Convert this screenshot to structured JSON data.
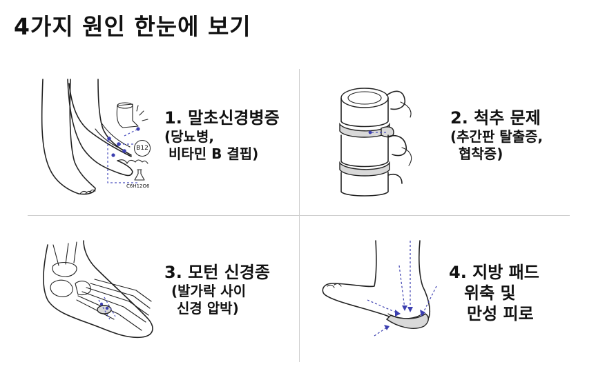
{
  "page": {
    "title": "4가지 원인 한눈에 보기"
  },
  "causes": [
    {
      "heading": "1. 말초신경병증",
      "sub_lines": [
        "(당뇨병,",
        "비타민 B 결핍)"
      ],
      "icons": [
        "foot-icon",
        "nerve-dots-icon",
        "b12-badge-icon",
        "glucose-flask-icon"
      ],
      "annotations": [
        "B12",
        "C6H12O6"
      ]
    },
    {
      "heading": "2. 척추 문제",
      "sub_lines": [
        "(추간판 탈출증,",
        "협착증)"
      ],
      "icons": [
        "spine-vertebra-icon"
      ]
    },
    {
      "heading": "3. 모턴 신경종",
      "sub_lines": [
        "(발가락 사이",
        "신경 압박)"
      ],
      "icons": [
        "foot-skeleton-icon"
      ]
    },
    {
      "heading": "4. 지방 패드",
      "sub_lines": [
        "위축 및",
        "만성 피로"
      ],
      "icons": [
        "heel-pad-icon"
      ]
    }
  ],
  "colors": {
    "accent": "#3c3fb0",
    "divider": "#cfcfcf",
    "text": "#111111"
  }
}
